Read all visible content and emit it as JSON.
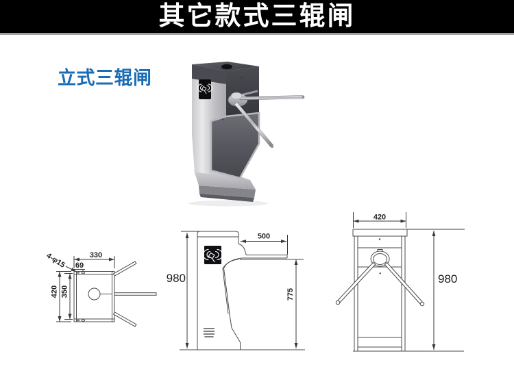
{
  "banner": {
    "title": "其它款式三辊闸"
  },
  "product": {
    "name": "立式三辊闸"
  },
  "icons": {
    "card_reader_icon": "rfid-card-waves"
  },
  "drawings": {
    "top_view": {
      "dim_width": "330",
      "dim_hole_offset": "69",
      "dim_depth_outer": "420",
      "dim_depth_inner": "350",
      "dim_holes": "4-φ15"
    },
    "side_view": {
      "dim_height": "980",
      "dim_arm_length": "500",
      "dim_arm_to_floor": "775"
    },
    "front_view": {
      "dim_width": "420",
      "dim_height": "980"
    }
  },
  "colors": {
    "banner_bg": "#000000",
    "banner_text": "#ffffff",
    "product_name_blue": "#1a6cb5",
    "drawing_line": "#4a4a4a",
    "steel_light": "#d9d9dc",
    "steel_dark": "#55555c"
  }
}
